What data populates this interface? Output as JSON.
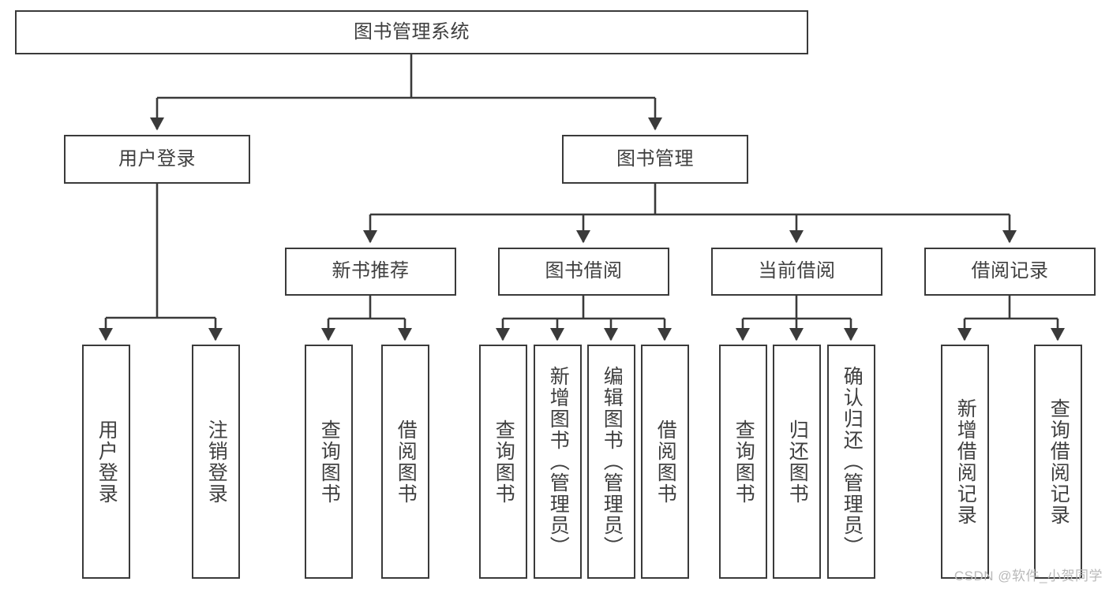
{
  "diagram": {
    "title": "图书管理系统",
    "type": "tree-hierarchy-diagram",
    "watermark": "CSDN @软件_小贺同学",
    "colors": {
      "stroke": "#3a3a3a",
      "box_fill": "#ffffff",
      "text": "#3f3f3f",
      "background": "#ffffff",
      "watermark": "#b9b9b9"
    },
    "root": {
      "label": "图书管理系统"
    },
    "level2": [
      {
        "label": "用户登录"
      },
      {
        "label": "图书管理"
      }
    ],
    "level3": [
      {
        "label": "新书推荐"
      },
      {
        "label": "图书借阅"
      },
      {
        "label": "当前借阅"
      },
      {
        "label": "借阅记录"
      }
    ],
    "leaves": {
      "user_login": [
        {
          "label": "用户登录"
        },
        {
          "label": "注销登录"
        }
      ],
      "new_book_recommend": [
        {
          "label": "查询图书"
        },
        {
          "label": "借阅图书"
        }
      ],
      "book_borrow": [
        {
          "label": "查询图书"
        },
        {
          "label": "新增图书（管理员）"
        },
        {
          "label": "编辑图书（管理员）"
        },
        {
          "label": "借阅图书"
        }
      ],
      "current_borrow": [
        {
          "label": "查询图书"
        },
        {
          "label": "归还图书"
        },
        {
          "label": "确认归还（管理员）"
        }
      ],
      "borrow_records": [
        {
          "label": "新增借阅记录"
        },
        {
          "label": "查询借阅记录"
        }
      ]
    }
  }
}
